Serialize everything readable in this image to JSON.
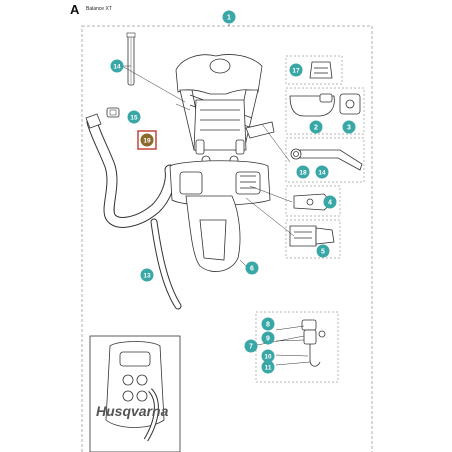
{
  "header": {
    "letter": "A",
    "title": "Balance XT"
  },
  "brand_watermark": "Husqvarna",
  "colors": {
    "callout_teal": "#3aa7a7",
    "callout_highlight": "#c0392b",
    "callout_highlight_fill": "#8a6a2a",
    "frame": "#9a9a9a",
    "line": "#333333",
    "part_fill": "#ffffff",
    "tube_fill": "#ffffff"
  },
  "callouts": [
    {
      "id": "c1",
      "label": "1"
    },
    {
      "id": "c14a",
      "label": "14"
    },
    {
      "id": "c15",
      "label": "15"
    },
    {
      "id": "c19",
      "label": "19",
      "highlighted": true
    },
    {
      "id": "c17",
      "label": "17"
    },
    {
      "id": "c2",
      "label": "2"
    },
    {
      "id": "c3",
      "label": "3"
    },
    {
      "id": "c18",
      "label": "18"
    },
    {
      "id": "c14b",
      "label": "14"
    },
    {
      "id": "c4",
      "label": "4"
    },
    {
      "id": "c5",
      "label": "5"
    },
    {
      "id": "c6",
      "label": "6"
    },
    {
      "id": "c13",
      "label": "13"
    },
    {
      "id": "c8",
      "label": "8"
    },
    {
      "id": "c9",
      "label": "9"
    },
    {
      "id": "c7",
      "label": "7"
    },
    {
      "id": "c10",
      "label": "10"
    },
    {
      "id": "c11",
      "label": "11"
    }
  ]
}
